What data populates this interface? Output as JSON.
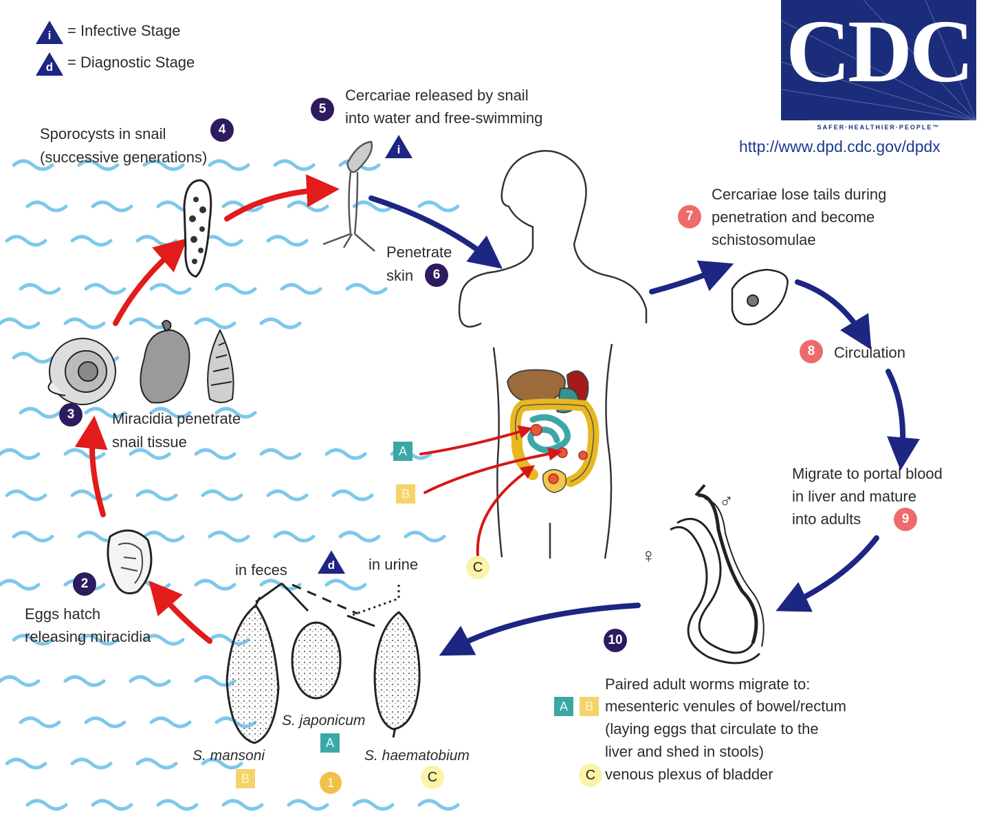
{
  "legend": {
    "infective_symbol": "i",
    "infective_label": "= Infective Stage",
    "diagnostic_symbol": "d",
    "diagnostic_label": "= Diagnostic Stage"
  },
  "cdc": {
    "wordmark": "CDC",
    "slogan": "SAFER·HEALTHIER·PEOPLE™",
    "url": "http://www.dpd.cdc.gov/dpdx"
  },
  "steps": [
    {
      "number": "2",
      "lines": [
        "Eggs hatch",
        "releasing miracidia"
      ]
    },
    {
      "number": "3",
      "lines": [
        "Miracidia penetrate",
        "snail tissue"
      ]
    },
    {
      "number": "4",
      "lines": [
        "Sporocysts in snail",
        "(successive generations)"
      ]
    },
    {
      "number": "5",
      "lines": [
        "Cercariae released by snail",
        "into water and free-swimming"
      ]
    },
    {
      "number": "6",
      "lines": [
        "Penetrate",
        "skin"
      ]
    },
    {
      "number": "7",
      "lines": [
        "Cercariae lose tails during",
        "penetration and become",
        "schistosomulae"
      ]
    },
    {
      "number": "8",
      "lines": [
        "Circulation"
      ]
    },
    {
      "number": "9",
      "lines": [
        "Migrate to portal blood",
        "in liver and mature",
        "into adults"
      ]
    },
    {
      "number": "10",
      "lines": [
        "Paired adult worms migrate to:",
        "mesenteric venules of bowel/rectum",
        "(laying eggs that circulate to the",
        "liver and shed in stools)",
        "venous plexus of bladder"
      ]
    }
  ],
  "eggs": {
    "in_feces": "in feces",
    "in_urine": "in urine",
    "mansoni": "S. mansoni",
    "japonicum": "S. japonicum",
    "haematobium": "S. haematobium"
  },
  "site_codes": {
    "a": "A",
    "b": "B",
    "c": "C",
    "one": "1"
  },
  "symbols": {
    "male": "♂",
    "female": "♀"
  },
  "colors": {
    "red_arrow": "#e21b1b",
    "blue_arrow": "#1d2683",
    "purple_badge": "#2e1a5e",
    "pink_badge": "#ee6b6b",
    "water": "#7ec8ec",
    "teal_box": "#3aa8a6",
    "yellow_box": "#f4d36b",
    "cdc_blue": "#1b2d7a"
  }
}
